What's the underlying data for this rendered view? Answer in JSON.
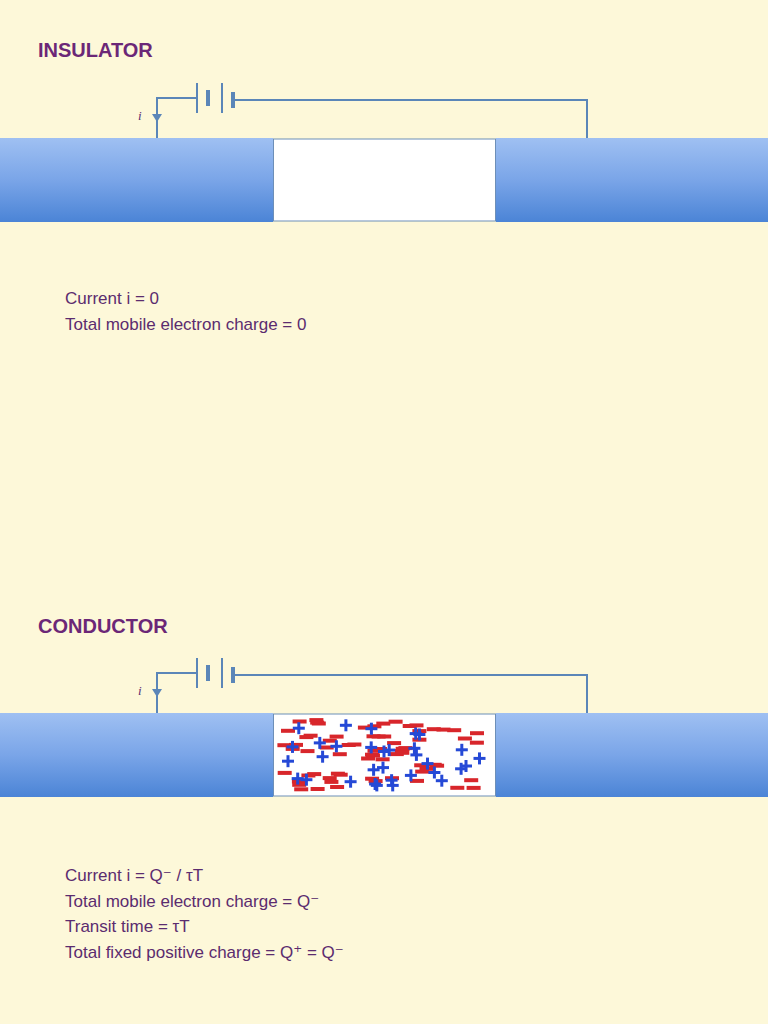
{
  "diagram": {
    "labels": [
      "INSULATOR",
      "i",
      "Current i = 0",
      "Total mobile electron charge = 0",
      "CONDUCTOR",
      "i",
      "Current i = Q⁻ / τT",
      "Total mobile electron charge = Q⁻",
      "Transit time = τT",
      "Total fixed positive charge = Q⁺ = Q⁻"
    ]
  }
}
